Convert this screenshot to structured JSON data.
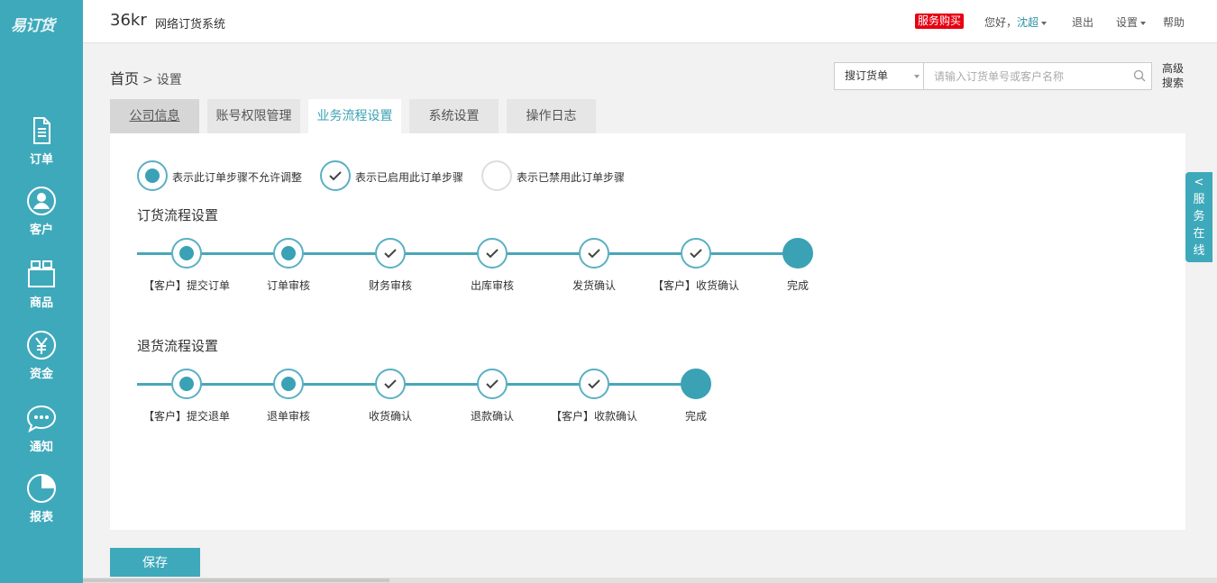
{
  "logo": "易订货",
  "sidebar": [
    {
      "name": "orders",
      "label": "订单",
      "icon": "document-icon"
    },
    {
      "name": "customers",
      "label": "客户",
      "icon": "user-icon"
    },
    {
      "name": "goods",
      "label": "商品",
      "icon": "box-icon"
    },
    {
      "name": "funds",
      "label": "资金",
      "icon": "yen-icon"
    },
    {
      "name": "notify",
      "label": "通知",
      "icon": "chat-icon"
    },
    {
      "name": "reports",
      "label": "报表",
      "icon": "pie-chart-icon"
    }
  ],
  "topbar": {
    "brand": "36kr",
    "subtitle": "网络订货系统",
    "buy": "服务购买",
    "greeting": "您好，",
    "user": "沈超",
    "logout": "退出",
    "settings": "设置",
    "help": "帮助"
  },
  "breadcrumb": {
    "home": "首页",
    "sep": ">",
    "current": "设置"
  },
  "search": {
    "select": "搜订货单",
    "placeholder": "请输入订货单号或客户名称",
    "advanced": "高级搜索"
  },
  "tabs": [
    "公司信息",
    "账号权限管理",
    "业务流程设置",
    "系统设置",
    "操作日志"
  ],
  "active_tab": 2,
  "legend": [
    {
      "type": "fixed",
      "text": "表示此订单步骤不允许调整"
    },
    {
      "type": "enabled",
      "text": "表示已启用此订单步骤"
    },
    {
      "type": "disabled",
      "text": "表示已禁用此订单步骤"
    }
  ],
  "order_flow": {
    "title": "订货流程设置",
    "steps": [
      {
        "label": "【客户】提交订单",
        "state": "fixed"
      },
      {
        "label": "订单审核",
        "state": "fixed"
      },
      {
        "label": "财务审核",
        "state": "enabled"
      },
      {
        "label": "出库审核",
        "state": "enabled"
      },
      {
        "label": "发货确认",
        "state": "enabled"
      },
      {
        "label": "【客户】收货确认",
        "state": "enabled"
      },
      {
        "label": "完成",
        "state": "done"
      }
    ]
  },
  "return_flow": {
    "title": "退货流程设置",
    "steps": [
      {
        "label": "【客户】提交退单",
        "state": "fixed"
      },
      {
        "label": "退单审核",
        "state": "fixed"
      },
      {
        "label": "收货确认",
        "state": "enabled"
      },
      {
        "label": "退款确认",
        "state": "enabled"
      },
      {
        "label": "【客户】收款确认",
        "state": "enabled"
      },
      {
        "label": "完成",
        "state": "done"
      }
    ]
  },
  "save": "保存",
  "service": "<服务在线",
  "colors": {
    "accent": "#3ea9bb",
    "badge": "#e60012"
  }
}
